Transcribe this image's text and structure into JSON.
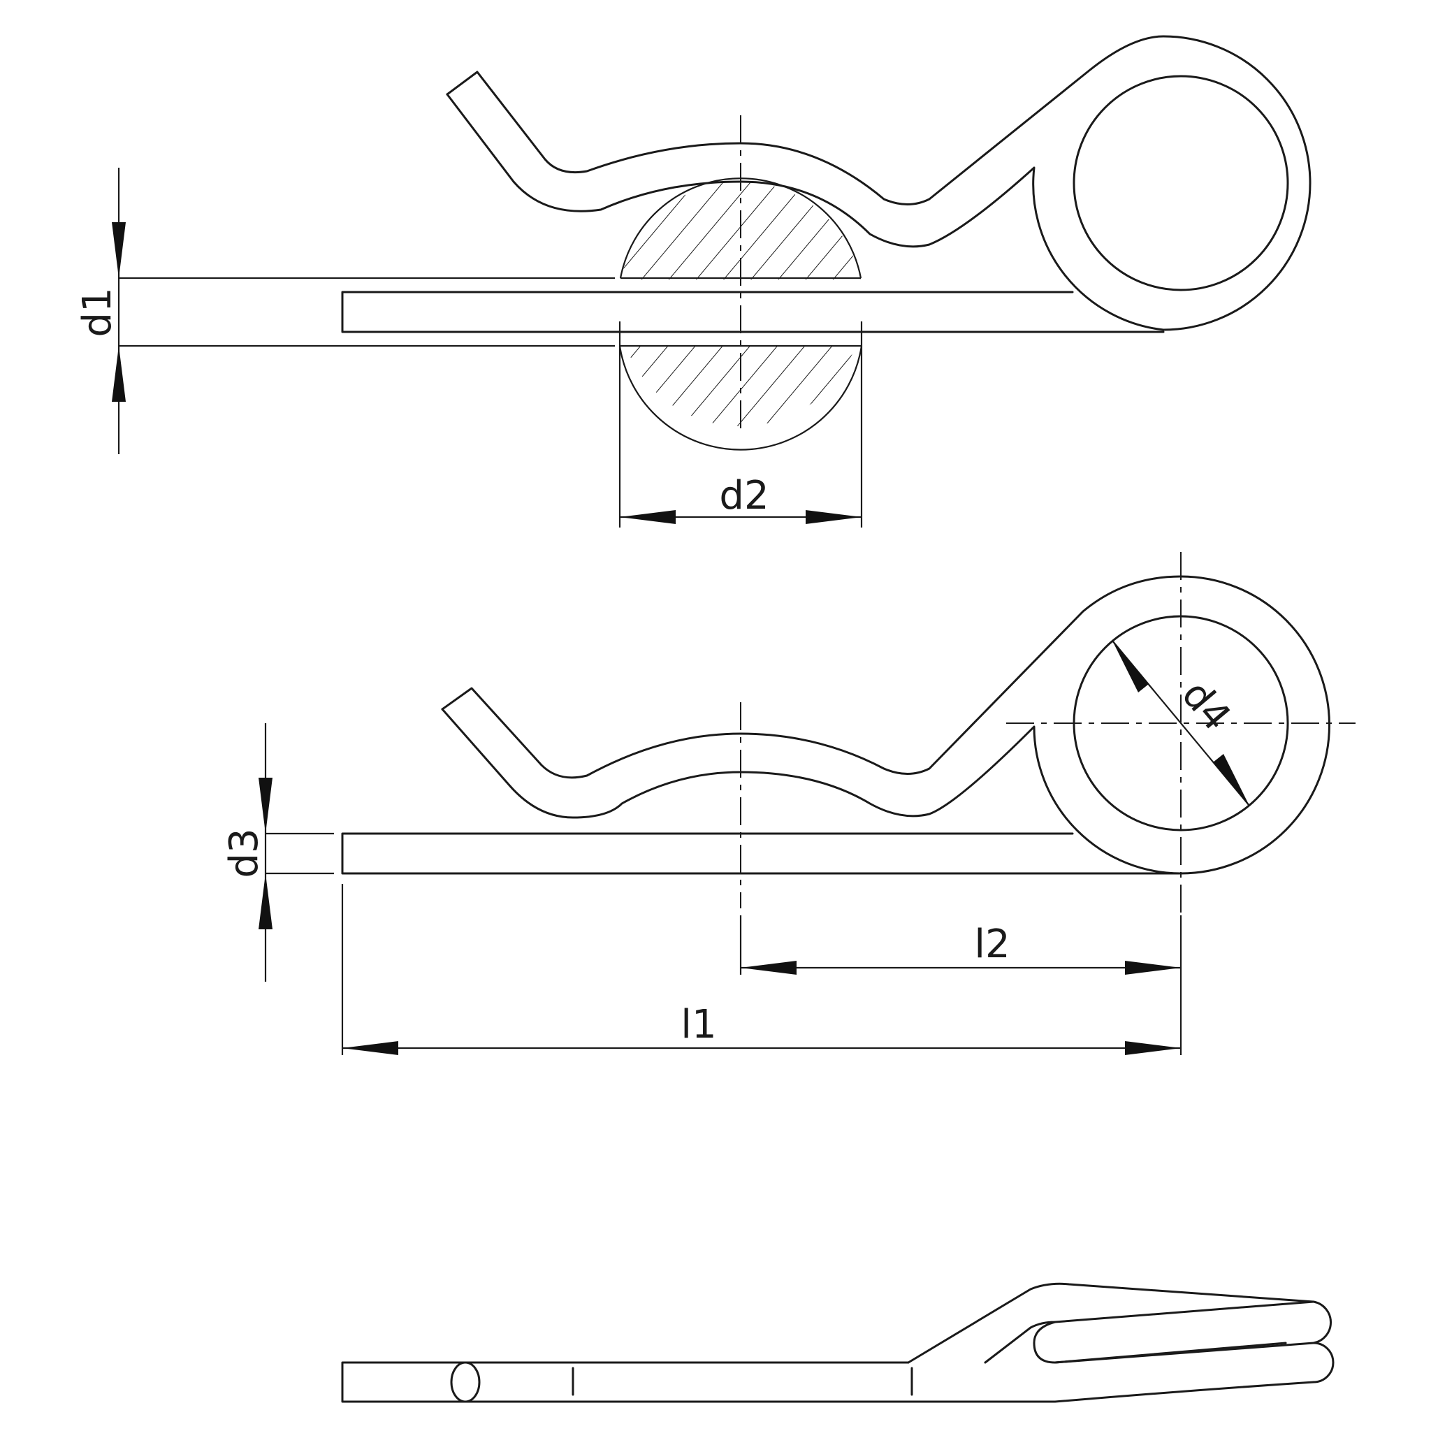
{
  "labels": {
    "d1": "d1",
    "d2": "d2",
    "d3": "d3",
    "d4": "d4",
    "l1": "l1",
    "l2": "l2"
  },
  "colors": {
    "stroke": "#1a1a1a",
    "background": "#ffffff"
  }
}
